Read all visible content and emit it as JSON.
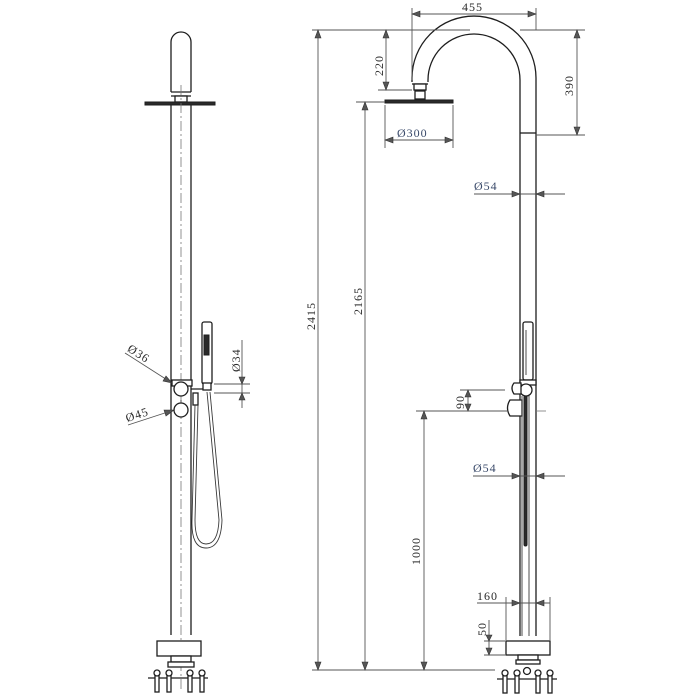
{
  "drawing": {
    "title": "Freestanding shower column technical drawing",
    "colors": {
      "line": "#1e1e1e",
      "dimension": "#555555",
      "background": "#ffffff"
    },
    "unit": "mm",
    "views": [
      {
        "name": "side-view",
        "components": [
          "round rain head arm",
          "rain shower head",
          "column",
          "hand shower",
          "hose",
          "diverter knob",
          "mixer knob",
          "base plinth",
          "anchor bolts"
        ]
      },
      {
        "name": "front-view",
        "components": [
          "gooseneck arm",
          "rain shower head",
          "column",
          "hand shower",
          "hose",
          "knobs",
          "base plinth",
          "anchor bolts"
        ]
      }
    ],
    "dimensions": {
      "side_diverter_dia": "Ø36",
      "side_mixer_dia": "Ø45",
      "side_handshower_dia": "Ø34",
      "arm_reach": "455",
      "head_drop": "220",
      "arm_height": "390",
      "head_dia": "Ø300",
      "column_dia_upper": "Ø54",
      "column_dia_lower": "Ø54",
      "total_height": "2415",
      "head_height": "2165",
      "knob_spacing": "90",
      "mixer_height": "1000",
      "base_width": "160",
      "base_height": "50"
    },
    "symbols": {
      "diameter": "Ø"
    }
  }
}
